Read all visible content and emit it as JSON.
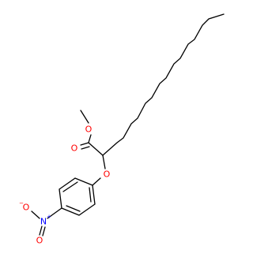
{
  "molecule": {
    "atoms": [
      {
        "id": "o_methoxy",
        "label": "O",
        "color": "#ff0000"
      },
      {
        "id": "o_carbonyl",
        "label": "O",
        "color": "#ff0000"
      },
      {
        "id": "o_ether",
        "label": "O",
        "color": "#ff0000"
      },
      {
        "id": "n_nitro",
        "label": "N",
        "color": "#0000ff",
        "charge": "+"
      },
      {
        "id": "o_nitro_up",
        "label": "O",
        "color": "#ff0000",
        "charge": "−"
      },
      {
        "id": "o_nitro_dn",
        "label": "O",
        "color": "#ff0000"
      }
    ],
    "bond_color": "#000000",
    "background": "#ffffff"
  }
}
